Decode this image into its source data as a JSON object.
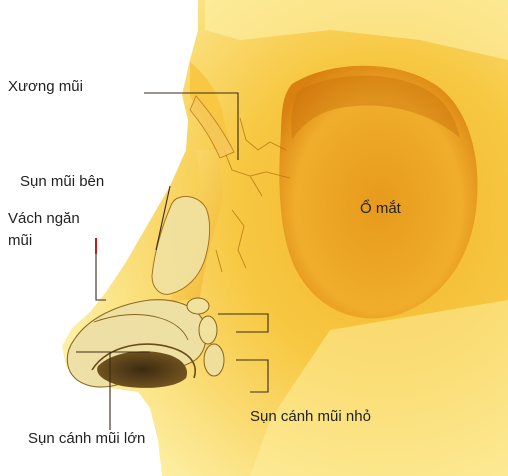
{
  "labels": {
    "nasal_bone": "Xương mũi",
    "lateral_cartilage": "Sụn mũi bên",
    "septum_line1": "Vách ngăn",
    "septum_line2": "mũi",
    "orbit": "Ổ mắt",
    "minor_alar": "Sụn cánh mũi nhỏ",
    "major_alar": "Sụn cánh mũi lớn"
  },
  "colors": {
    "skin_light": "#fbe98a",
    "skin_mid": "#f6c23c",
    "skin_dark": "#e59512",
    "orbit_shadow": "#d27a0c",
    "cartilage": "#f1e4a2",
    "leader": "#3a2a1a",
    "septum_accent": "#c41a1a"
  }
}
